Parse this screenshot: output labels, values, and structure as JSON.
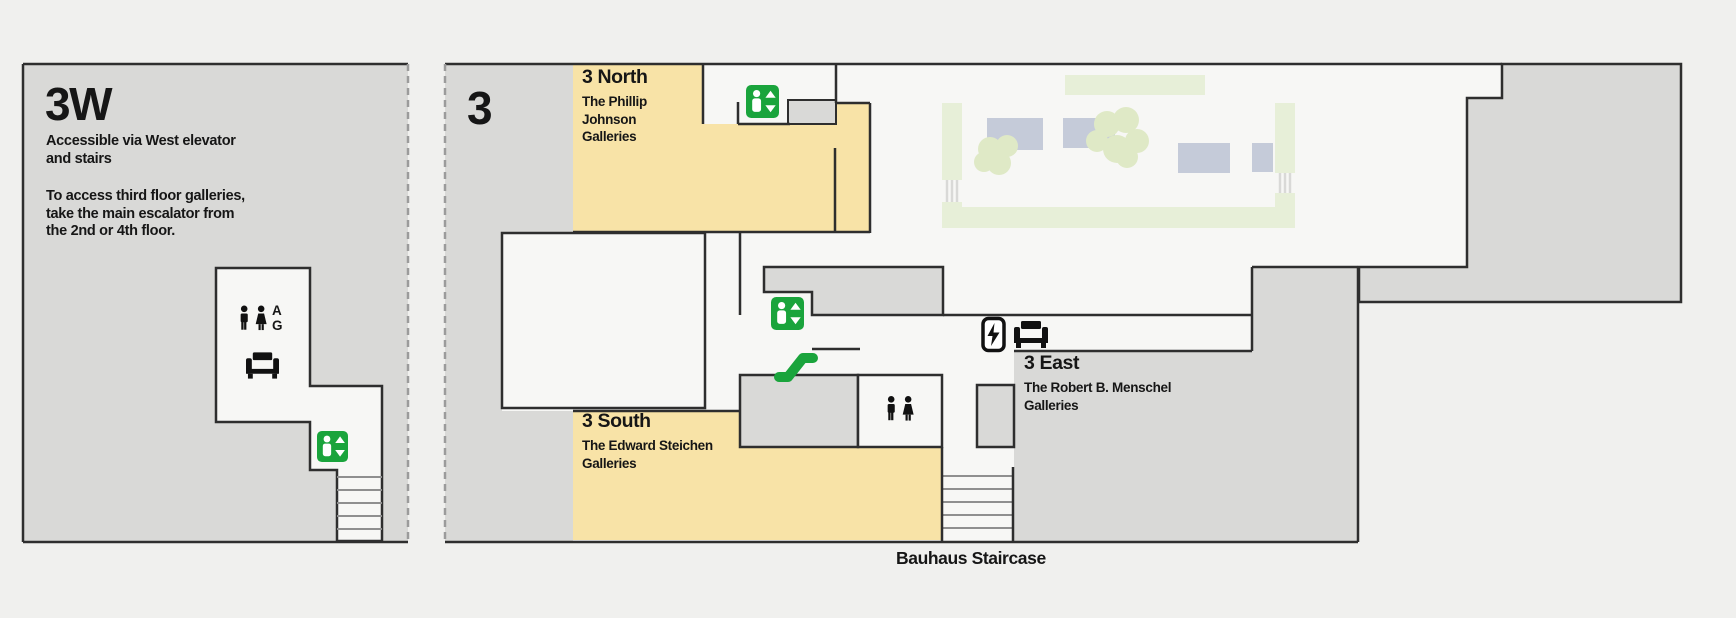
{
  "colors": {
    "accent_green": "#1aa43c",
    "gallery_yellow": "#f8e3a7",
    "floor_grey": "#d9d9d7",
    "room_white": "#f7f7f5",
    "wall_dark": "#2e2e2e",
    "terrace_green": "#e7efd8",
    "tree_green": "#dfe9c6",
    "planter_blue": "#c5cbd9",
    "stair_line_grey": "#8f8f8f"
  },
  "left_panel": {
    "title": "3W",
    "access_note": "Accessible via West elevator\nand stairs",
    "instructions": "To access third floor galleries,\ntake the main escalator from\nthe 2nd or 4th floor.",
    "restroom_letters": "A\nG"
  },
  "main_panel": {
    "title": "3",
    "north": {
      "title": "3 North",
      "subtitle": "The Phillip\nJohnson\nGalleries"
    },
    "south": {
      "title": "3 South",
      "subtitle": "The Edward Steichen\nGalleries"
    },
    "east": {
      "title": "3 East",
      "subtitle": "The Robert B. Menschel\nGalleries"
    },
    "caption": "Bauhaus Staircase"
  },
  "icons": {
    "elevator": "elevator-icon",
    "escalator": "escalator-icon",
    "restroom": "restroom-icon",
    "seating": "seating-icon",
    "device_charging": "device-charging-icon",
    "stairs": "stairs-treads"
  }
}
